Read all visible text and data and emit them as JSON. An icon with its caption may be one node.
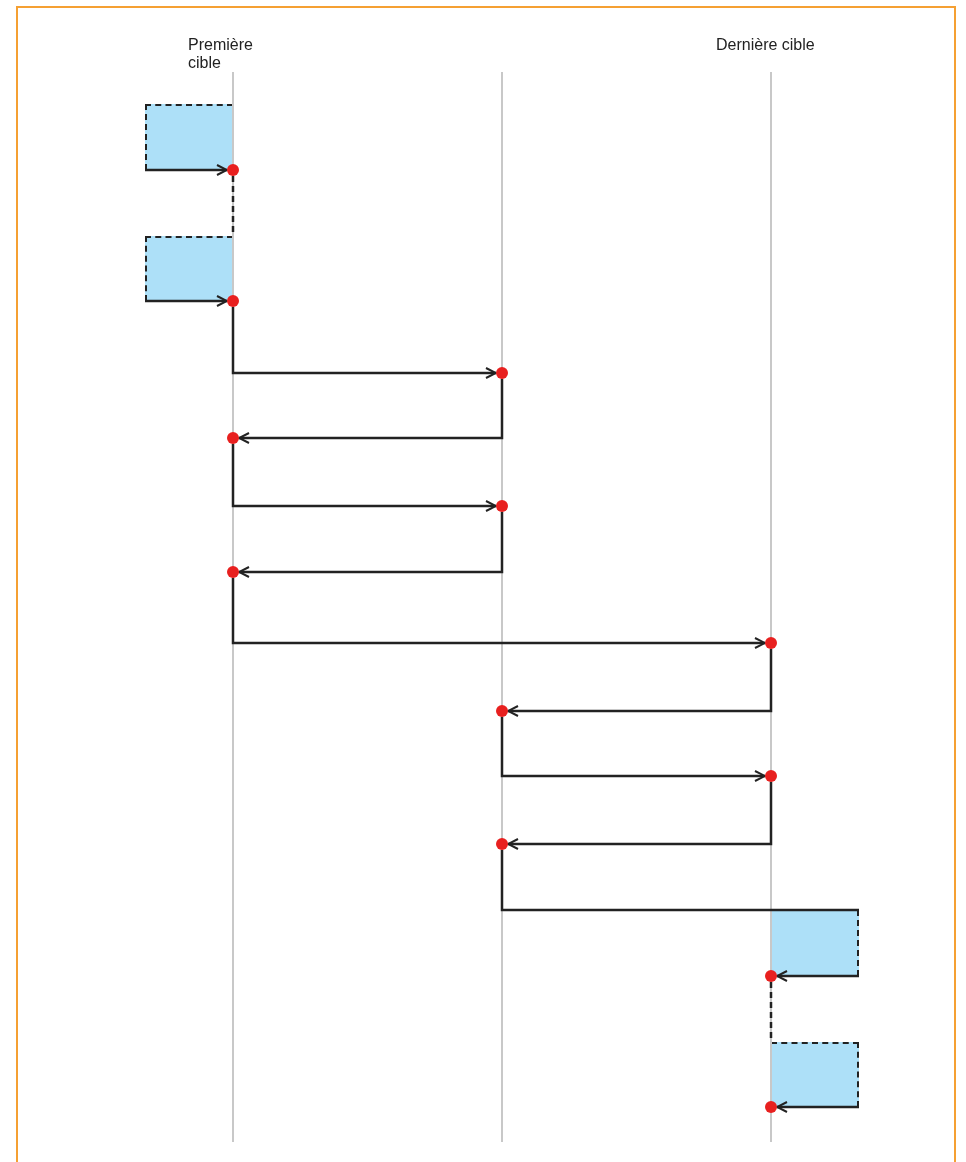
{
  "diagram": {
    "nodes": [
      {
        "text": [],
        "shape": "box"
      },
      {
        "text": [],
        "shape": "circle"
      },
      {
        "text": [],
        "shape": "box"
      },
      {
        "text": [],
        "shape": "circle"
      },
      {
        "text": [],
        "shape": "circle"
      },
      {
        "text": [],
        "shape": "circle"
      },
      {
        "text": [],
        "shape": "circle"
      },
      {
        "text": [],
        "shape": "circle"
      },
      {
        "text": [],
        "shape": "circle"
      },
      {
        "text": [],
        "shape": "circle"
      },
      {
        "text": [],
        "shape": "circle"
      },
      {
        "text": [],
        "shape": "circle"
      },
      {
        "text": [],
        "shape": "box"
      },
      {
        "text": [],
        "shape": "circle"
      },
      {
        "text": [],
        "shape": "box"
      },
      {
        "text": [],
        "shape": "circle"
      }
    ],
    "edges": [
      {
        "from": 0,
        "to": 1,
        "arrow": "to"
      },
      {
        "from": 1,
        "to": 2,
        "arrow": "none",
        "style": "dashed"
      },
      {
        "from": 2,
        "to": 3,
        "arrow": "to"
      },
      {
        "from": 3,
        "to": 4,
        "arrow": "to"
      },
      {
        "from": 4,
        "to": 5,
        "arrow": "to"
      },
      {
        "from": 5,
        "to": 6,
        "arrow": "to"
      },
      {
        "from": 6,
        "to": 7,
        "arrow": "to"
      },
      {
        "from": 7,
        "to": 8,
        "arrow": "to"
      },
      {
        "from": 8,
        "to": 9,
        "arrow": "to"
      },
      {
        "from": 9,
        "to": 10,
        "arrow": "to"
      },
      {
        "from": 10,
        "to": 11,
        "arrow": "to"
      },
      {
        "from": 11,
        "to": 12,
        "arrow": "none"
      },
      {
        "from": 12,
        "to": 13,
        "arrow": "to"
      },
      {
        "from": 13,
        "to": 14,
        "arrow": "none",
        "style": "dashed"
      },
      {
        "from": 14,
        "to": 15,
        "arrow": "to"
      }
    ],
    "labels": [
      "Première cible",
      "Dernière cible"
    ]
  }
}
